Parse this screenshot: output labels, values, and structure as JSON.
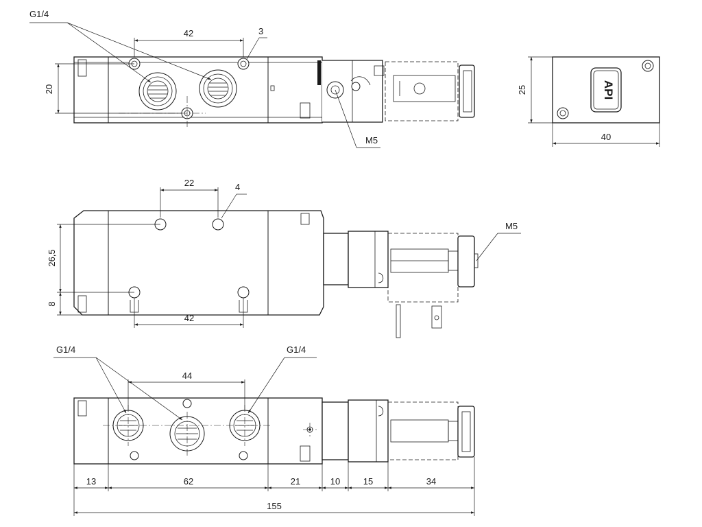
{
  "labels": {
    "g14_top": "G1/4",
    "dim_42_top": "42",
    "dim_3": "3",
    "dim_20": "20",
    "m5_top": "M5",
    "dim_25": "25",
    "dim_40": "40",
    "dim_22": "22",
    "dim_4": "4",
    "m5_mid": "M5",
    "dim_26_5": "26,5",
    "dim_8": "8",
    "dim_42_mid": "42",
    "g14_bottom_left": "G1/4",
    "g14_bottom_right": "G1/4",
    "dim_44": "44",
    "dim_13": "13",
    "dim_62": "62",
    "dim_21": "21",
    "dim_10": "10",
    "dim_15": "15",
    "dim_34": "34",
    "dim_155": "155"
  },
  "logo_text": "API"
}
